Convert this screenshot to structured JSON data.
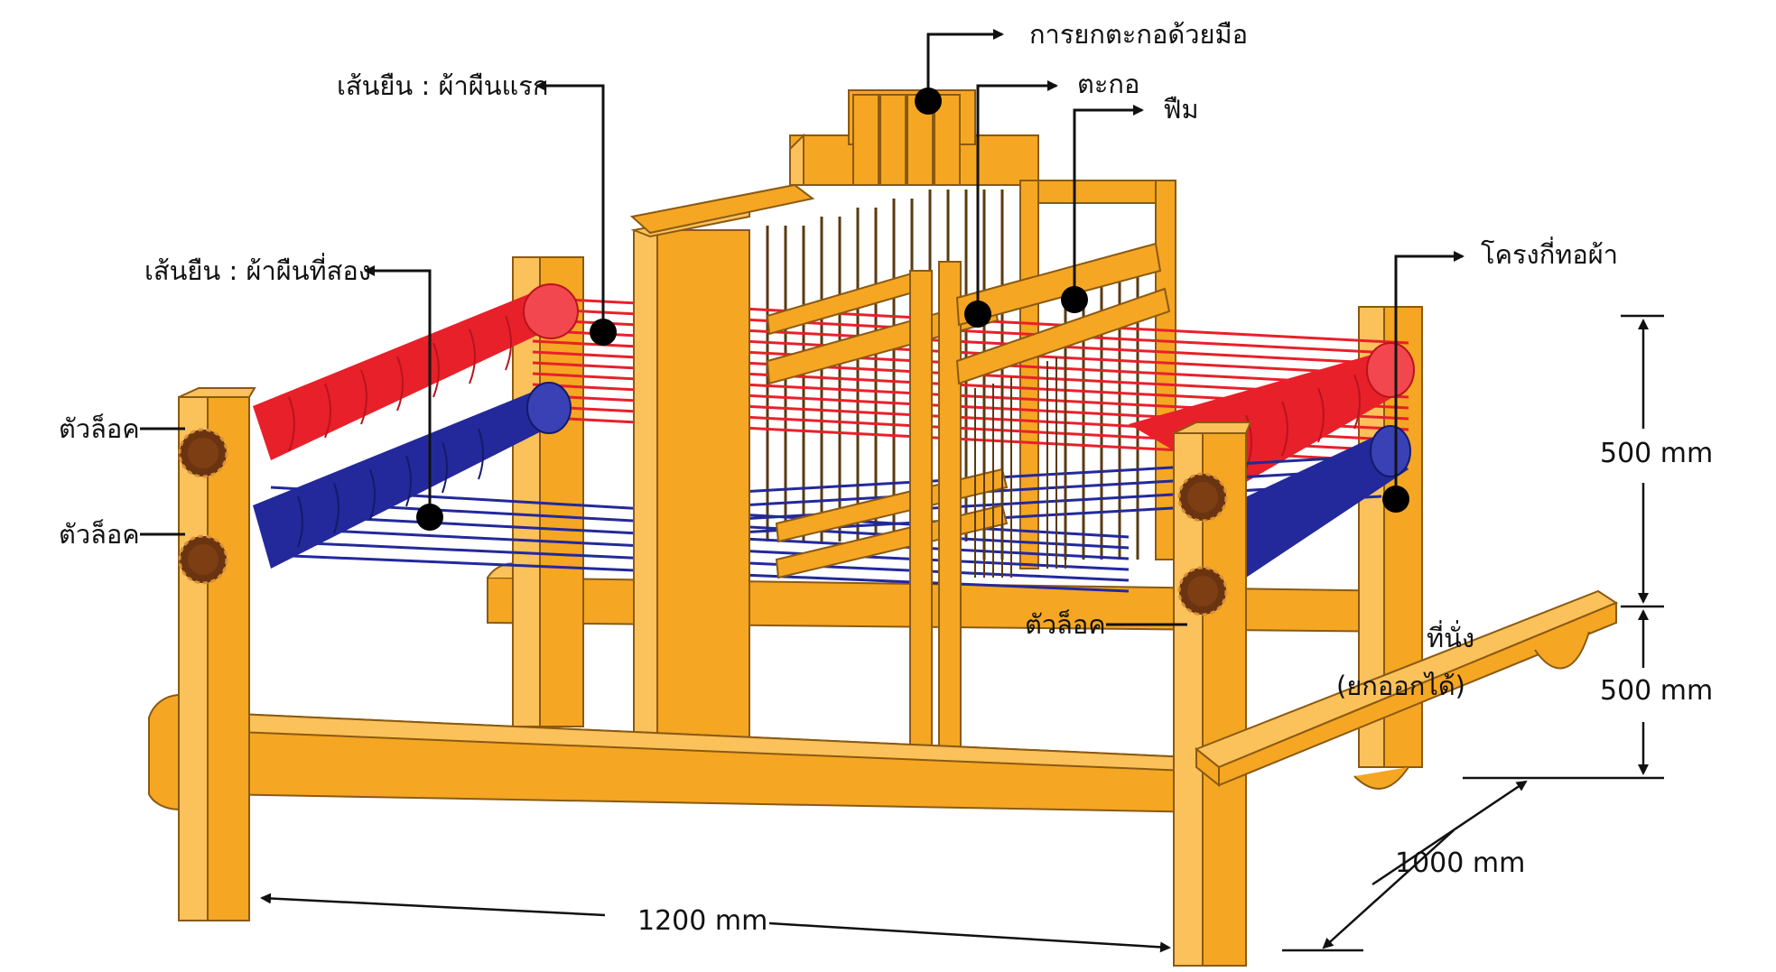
{
  "colors": {
    "wood": "#F5A623",
    "wood_light": "#FBC15A",
    "wood_dark": "#C9801A",
    "outline": "#8A5A12",
    "warp_red": "#E8202A",
    "warp_blue": "#23299A",
    "gear": "#6B3410",
    "callout": "#111111"
  },
  "labels": {
    "hand_heddle_lift": "การยกตะกอด้วยมือ",
    "warp_first": "เส้นยืน : ผ้าผืนแรก",
    "heddle": "ตะกอ",
    "reed": "ฟืม",
    "warp_second": "เส้นยืน : ผ้าผืนที่สอง",
    "loom_frame": "โครงกี่ทอผ้า",
    "lock_1": "ตัวล็อค",
    "lock_2": "ตัวล็อค",
    "lock_3": "ตัวล็อค",
    "seat": "ที่นั่ง",
    "seat_note": "(ยกออกได้)"
  },
  "dimensions": {
    "height_upper": "500 mm",
    "height_lower": "500 mm",
    "depth": "1000 mm",
    "width": "1200 mm"
  }
}
